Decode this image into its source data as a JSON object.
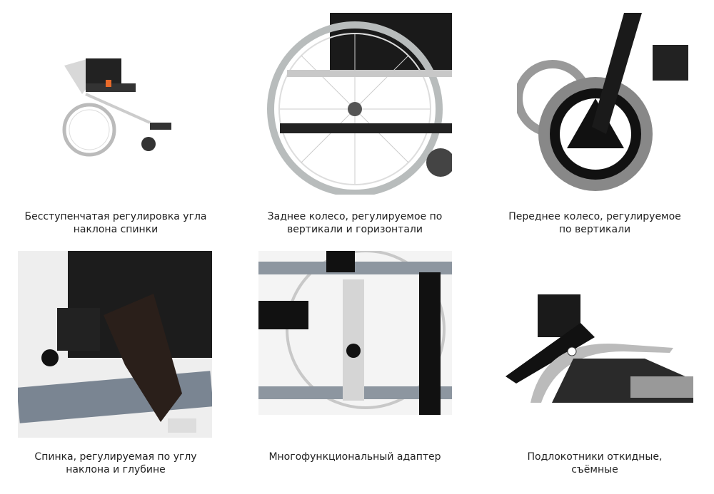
{
  "features": [
    {
      "caption_line1": "Бесступенчатая регулировка угла",
      "caption_line2": "наклона спинки",
      "image": "wheelchair-overview"
    },
    {
      "caption_line1": "Заднее колесо, регулируемое по",
      "caption_line2": "вертикали и горизонтали",
      "image": "rear-wheel"
    },
    {
      "caption_line1": "Переднее колесо, регулируемое",
      "caption_line2": "по вертикали",
      "image": "front-wheel"
    },
    {
      "caption_line1": "Спинка, регулируемая по углу",
      "caption_line2": "наклона и глубине",
      "image": "backrest-bracket"
    },
    {
      "caption_line1": "Многофункциональный адаптер",
      "caption_line2": "",
      "image": "adapter"
    },
    {
      "caption_line1": "Подлокотники откидные,",
      "caption_line2": "съёмные",
      "image": "armrest"
    }
  ]
}
